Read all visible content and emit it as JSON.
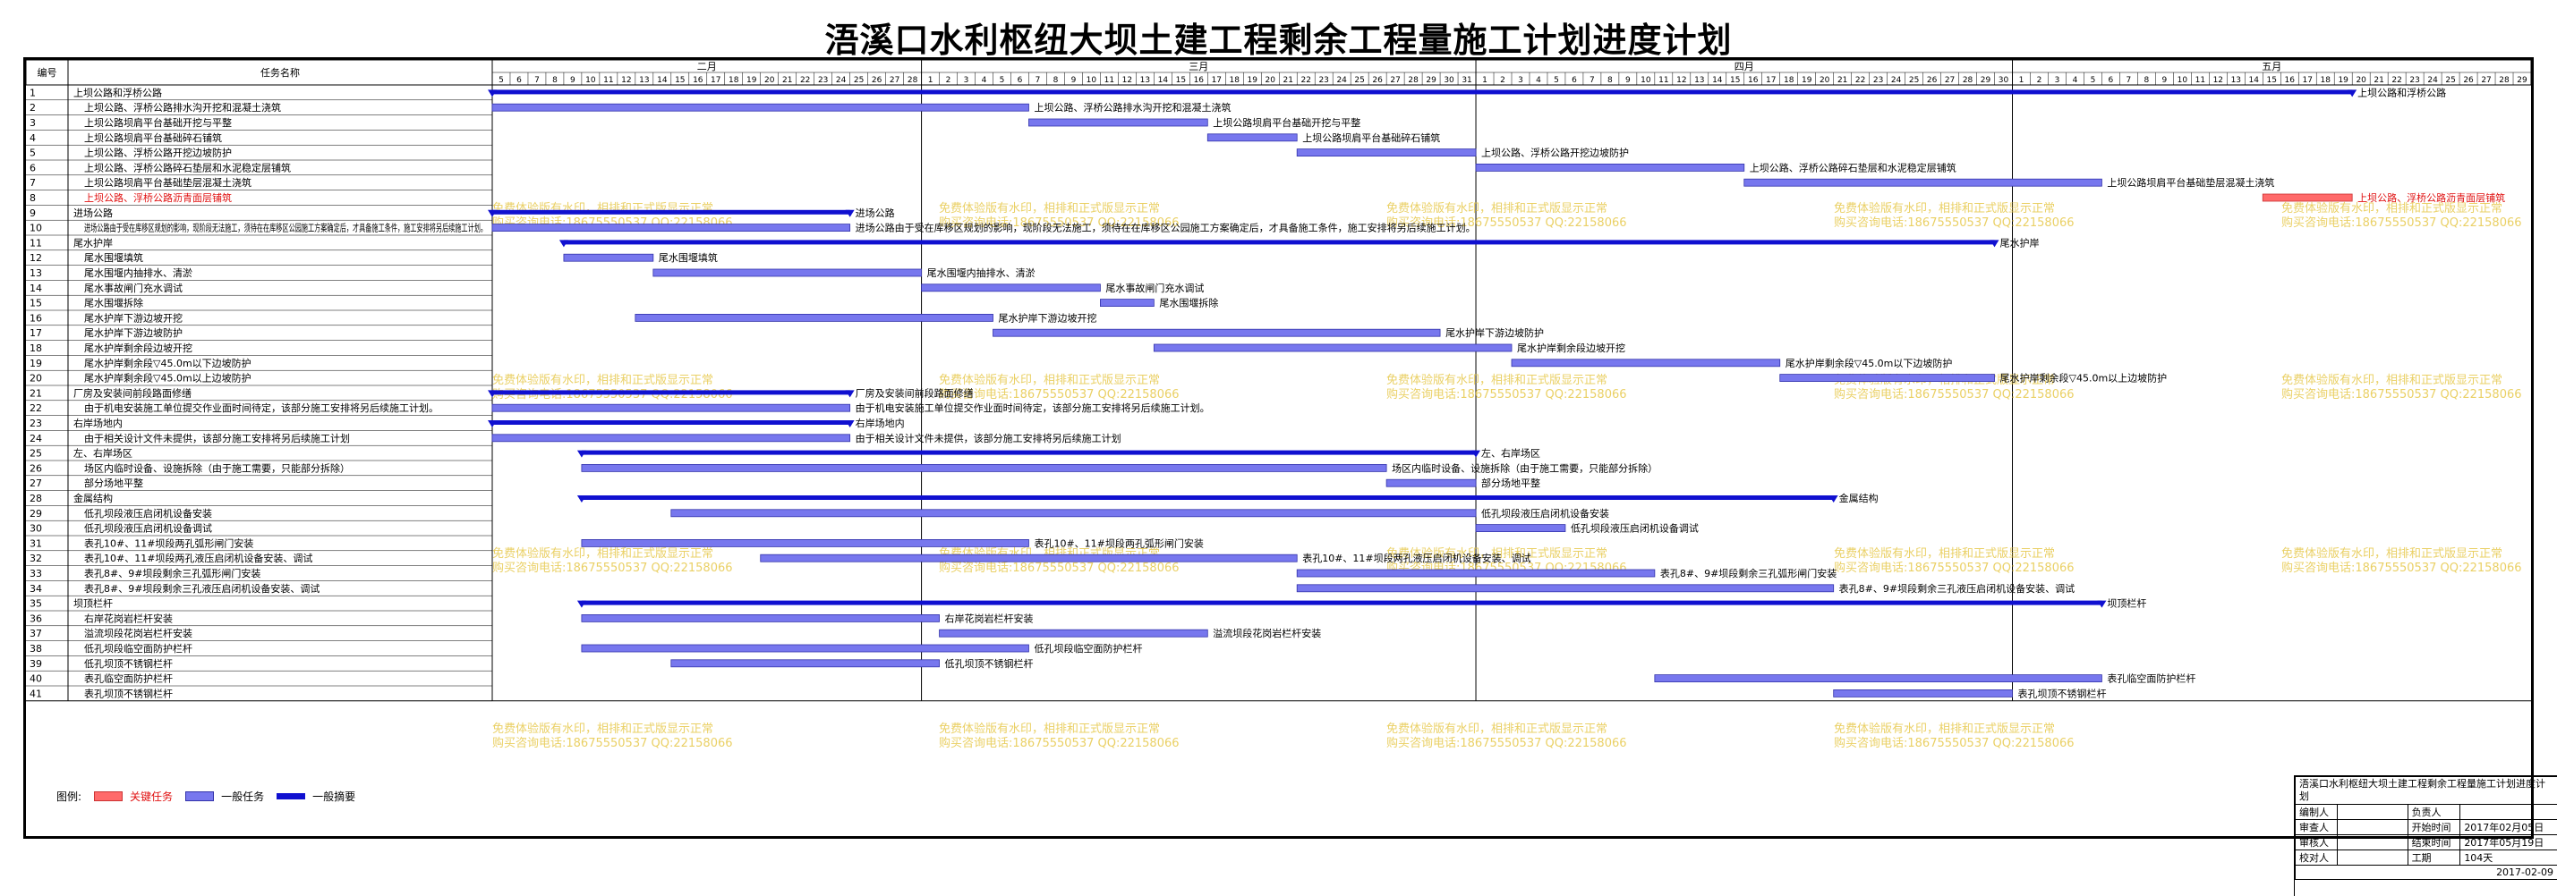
{
  "title": "浯溪口水利枢纽大坝土建工程剩余工程量施工计划进度计划",
  "header": {
    "num": "编号",
    "name": "任务名称"
  },
  "months": [
    "二月",
    "三月",
    "四月",
    "五月"
  ],
  "day_labels": [
    5,
    6,
    7,
    8,
    9,
    10,
    11,
    12,
    13,
    14,
    15,
    16,
    17,
    18,
    19,
    20,
    21,
    22,
    23,
    24,
    25,
    26,
    27,
    28,
    1,
    2,
    3,
    4,
    5,
    6,
    7,
    8,
    9,
    10,
    11,
    12,
    13,
    14,
    15,
    16,
    17,
    18,
    19,
    20,
    21,
    22,
    23,
    24,
    25,
    26,
    27,
    28,
    29,
    30,
    31,
    1,
    2,
    3,
    4,
    5,
    6,
    7,
    8,
    9,
    10,
    11,
    12,
    13,
    14,
    15,
    16,
    17,
    18,
    19,
    20,
    21,
    22,
    23,
    24,
    25,
    26,
    27,
    28,
    29,
    30,
    1,
    2,
    3,
    4,
    5,
    6,
    7,
    8,
    9,
    10,
    11,
    12,
    13,
    14,
    15,
    16,
    17,
    18,
    19,
    20,
    21,
    22,
    23,
    24,
    25,
    26,
    27,
    28,
    29
  ],
  "tasks": [
    {
      "id": "1",
      "name": "上坝公路和浮桥公路",
      "level": 0,
      "type": "summary",
      "start": 0,
      "end": 104,
      "label": "上坝公路和浮桥公路"
    },
    {
      "id": "2",
      "name": "上坝公路、浮桥公路排水沟开挖和混凝土浇筑",
      "level": 1,
      "type": "normal",
      "start": 0,
      "end": 30,
      "label": "上坝公路、浮桥公路排水沟开挖和混凝土浇筑"
    },
    {
      "id": "3",
      "name": "上坝公路坝肩平台基础开挖与平整",
      "level": 1,
      "type": "normal",
      "start": 30,
      "end": 40,
      "label": "上坝公路坝肩平台基础开挖与平整"
    },
    {
      "id": "4",
      "name": "上坝公路坝肩平台基础碎石铺筑",
      "level": 1,
      "type": "normal",
      "start": 40,
      "end": 45,
      "label": "上坝公路坝肩平台基础碎石铺筑"
    },
    {
      "id": "5",
      "name": "上坝公路、浮桥公路开挖边坡防护",
      "level": 1,
      "type": "normal",
      "start": 45,
      "end": 55,
      "label": "上坝公路、浮桥公路开挖边坡防护"
    },
    {
      "id": "6",
      "name": "上坝公路、浮桥公路碎石垫层和水泥稳定层铺筑",
      "level": 1,
      "type": "normal",
      "start": 55,
      "end": 70,
      "label": "上坝公路、浮桥公路碎石垫层和水泥稳定层铺筑"
    },
    {
      "id": "7",
      "name": "上坝公路坝肩平台基础垫层混凝土浇筑",
      "level": 1,
      "type": "normal",
      "start": 70,
      "end": 90,
      "label": "上坝公路坝肩平台基础垫层混凝土浇筑"
    },
    {
      "id": "8",
      "name": "上坝公路、浮桥公路沥青面层铺筑",
      "level": 1,
      "type": "critical",
      "start": 99,
      "end": 104,
      "label": "上坝公路、浮桥公路沥青面层铺筑"
    },
    {
      "id": "9",
      "name": "进场公路",
      "level": 0,
      "type": "summary",
      "start": 0,
      "end": 20,
      "label": "进场公路"
    },
    {
      "id": "10",
      "name": "进场公路由于受在库移区规划的影响，现阶段无法施工，须待在在库移区公园施工方案确定后，才具备施工条件，施工安排将另后续施工计划。",
      "level": 1,
      "type": "normal",
      "start": 0,
      "end": 20,
      "label": "进场公路由于受在库移区规划的影响，现阶段无法施工，须待在在库移区公园施工方案确定后，才具备施工条件，施工安排将另后续施工计划。"
    },
    {
      "id": "11",
      "name": "尾水护岸",
      "level": 0,
      "type": "summary",
      "start": 4,
      "end": 84,
      "label": "尾水护岸"
    },
    {
      "id": "12",
      "name": "尾水围堰填筑",
      "level": 1,
      "type": "normal",
      "start": 4,
      "end": 9,
      "label": "尾水围堰填筑"
    },
    {
      "id": "13",
      "name": "尾水围堰内抽排水、清淤",
      "level": 1,
      "type": "normal",
      "start": 9,
      "end": 24,
      "label": "尾水围堰内抽排水、清淤"
    },
    {
      "id": "14",
      "name": "尾水事故闸门充水调试",
      "level": 1,
      "type": "normal",
      "start": 24,
      "end": 34,
      "label": "尾水事故闸门充水调试"
    },
    {
      "id": "15",
      "name": "尾水围堰拆除",
      "level": 1,
      "type": "normal",
      "start": 34,
      "end": 37,
      "label": "尾水围堰拆除"
    },
    {
      "id": "16",
      "name": "尾水护岸下游边坡开挖",
      "level": 1,
      "type": "normal",
      "start": 8,
      "end": 28,
      "label": "尾水护岸下游边坡开挖"
    },
    {
      "id": "17",
      "name": "尾水护岸下游边坡防护",
      "level": 1,
      "type": "normal",
      "start": 28,
      "end": 53,
      "label": "尾水护岸下游边坡防护"
    },
    {
      "id": "18",
      "name": "尾水护岸剩余段边坡开挖",
      "level": 1,
      "type": "normal",
      "start": 37,
      "end": 57,
      "label": "尾水护岸剩余段边坡开挖"
    },
    {
      "id": "19",
      "name": "尾水护岸剩余段▽45.0m以下边坡防护",
      "level": 1,
      "type": "normal",
      "start": 57,
      "end": 72,
      "label": "尾水护岸剩余段▽45.0m以下边坡防护"
    },
    {
      "id": "20",
      "name": "尾水护岸剩余段▽45.0m以上边坡防护",
      "level": 1,
      "type": "normal",
      "start": 72,
      "end": 84,
      "label": "尾水护岸剩余段▽45.0m以上边坡防护"
    },
    {
      "id": "21",
      "name": "厂房及安装间前段路面修缮",
      "level": 0,
      "type": "summary",
      "start": 0,
      "end": 20,
      "label": "厂房及安装间前段路面修缮"
    },
    {
      "id": "22",
      "name": "由于机电安装施工单位提交作业面时间待定，该部分施工安排将另后续施工计划。",
      "level": 1,
      "type": "normal",
      "start": 0,
      "end": 20,
      "label": "由于机电安装施工单位提交作业面时间待定，该部分施工安排将另后续施工计划。"
    },
    {
      "id": "23",
      "name": "右岸场地内",
      "level": 0,
      "type": "summary",
      "start": 0,
      "end": 20,
      "label": "右岸场地内"
    },
    {
      "id": "24",
      "name": "由于相关设计文件未提供，该部分施工安排将另后续施工计划",
      "level": 1,
      "type": "normal",
      "start": 0,
      "end": 20,
      "label": "由于相关设计文件未提供，该部分施工安排将另后续施工计划"
    },
    {
      "id": "25",
      "name": "左、右岸场区",
      "level": 0,
      "type": "summary",
      "start": 5,
      "end": 55,
      "label": "左、右岸场区"
    },
    {
      "id": "26",
      "name": "场区内临时设备、设施拆除（由于施工需要，只能部分拆除）",
      "level": 1,
      "type": "normal",
      "start": 5,
      "end": 50,
      "label": "场区内临时设备、设施拆除（由于施工需要，只能部分拆除）"
    },
    {
      "id": "27",
      "name": "部分场地平整",
      "level": 1,
      "type": "normal",
      "start": 50,
      "end": 55,
      "label": "部分场地平整"
    },
    {
      "id": "28",
      "name": "金属结构",
      "level": 0,
      "type": "summary",
      "start": 5,
      "end": 75,
      "label": "金属结构"
    },
    {
      "id": "29",
      "name": "低孔坝段液压启闭机设备安装",
      "level": 1,
      "type": "normal",
      "start": 10,
      "end": 55,
      "label": "低孔坝段液压启闭机设备安装"
    },
    {
      "id": "30",
      "name": "低孔坝段液压启闭机设备调试",
      "level": 1,
      "type": "normal",
      "start": 55,
      "end": 60,
      "label": "低孔坝段液压启闭机设备调试"
    },
    {
      "id": "31",
      "name": "表孔10#、11#坝段两孔弧形闸门安装",
      "level": 1,
      "type": "normal",
      "start": 5,
      "end": 30,
      "label": "表孔10#、11#坝段两孔弧形闸门安装"
    },
    {
      "id": "32",
      "name": "表孔10#、11#坝段两孔液压启闭机设备安装、调试",
      "level": 1,
      "type": "normal",
      "start": 15,
      "end": 45,
      "label": "表孔10#、11#坝段两孔液压启闭机设备安装、调试"
    },
    {
      "id": "33",
      "name": "表孔8#、9#坝段剩余三孔弧形闸门安装",
      "level": 1,
      "type": "normal",
      "start": 45,
      "end": 65,
      "label": "表孔8#、9#坝段剩余三孔弧形闸门安装"
    },
    {
      "id": "34",
      "name": "表孔8#、9#坝段剩余三孔液压启闭机设备安装、调试",
      "level": 1,
      "type": "normal",
      "start": 45,
      "end": 75,
      "label": "表孔8#、9#坝段剩余三孔液压启闭机设备安装、调试"
    },
    {
      "id": "35",
      "name": "坝顶栏杆",
      "level": 0,
      "type": "summary",
      "start": 5,
      "end": 90,
      "label": "坝顶栏杆"
    },
    {
      "id": "36",
      "name": "右岸花岗岩栏杆安装",
      "level": 1,
      "type": "normal",
      "start": 5,
      "end": 25,
      "label": "右岸花岗岩栏杆安装"
    },
    {
      "id": "37",
      "name": "溢流坝段花岗岩栏杆安装",
      "level": 1,
      "type": "normal",
      "start": 25,
      "end": 40,
      "label": "溢流坝段花岗岩栏杆安装"
    },
    {
      "id": "38",
      "name": "低孔坝段临空面防护栏杆",
      "level": 1,
      "type": "normal",
      "start": 5,
      "end": 30,
      "label": "低孔坝段临空面防护栏杆"
    },
    {
      "id": "39",
      "name": "低孔坝顶不锈钢栏杆",
      "level": 1,
      "type": "normal",
      "start": 10,
      "end": 25,
      "label": "低孔坝顶不锈钢栏杆"
    },
    {
      "id": "40",
      "name": "表孔临空面防护栏杆",
      "level": 1,
      "type": "normal",
      "start": 65,
      "end": 90,
      "label": "表孔临空面防护栏杆"
    },
    {
      "id": "41",
      "name": "表孔坝顶不锈钢栏杆",
      "level": 1,
      "type": "normal",
      "start": 75,
      "end": 85,
      "label": "表孔坝顶不锈钢栏杆"
    }
  ],
  "watermark": {
    "line1": "免费体验版有水印，相排和正式版显示正常",
    "line2": "购买咨询电话:18675550537 QQ:22158066"
  },
  "legend": {
    "title": "图例:",
    "critical": "关键任务",
    "normal": "一般任务",
    "summary": "一般摘要",
    "critical_color": "#ff6a6a",
    "normal_color": "#7777ee",
    "summary_color": "#1010d0"
  },
  "info": {
    "project": "浯溪口水利枢纽大坝土建工程剩余工程量施工计划进度计划",
    "rows": [
      {
        "k1": "编制人",
        "v1": "",
        "k2": "负责人",
        "v2": ""
      },
      {
        "k1": "审查人",
        "v1": "",
        "k2": "开始时间",
        "v2": "2017年02月05日"
      },
      {
        "k1": "审核人",
        "v1": "",
        "k2": "结束时间",
        "v2": "2017年05月19日"
      },
      {
        "k1": "校对人",
        "v1": "",
        "k2": "工期",
        "v2": "104天"
      }
    ],
    "date": "2017-02-09"
  }
}
